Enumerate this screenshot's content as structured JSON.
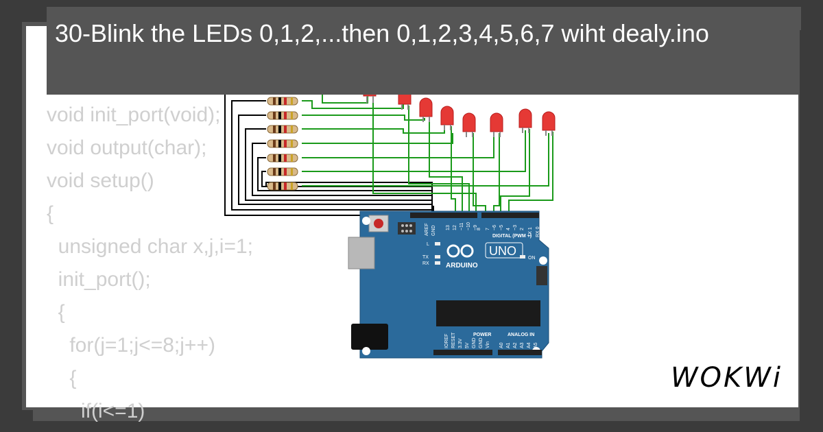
{
  "title": "30-Blink the LEDs 0,1,2,...then 0,1,2,3,4,5,6,7 wiht dealy.ino",
  "code_lines": [
    "void init_port(void);",
    "void output(char);",
    "void setup()",
    "{",
    "  unsigned char x,j,i=1;",
    "  init_port();",
    "  {",
    "    for(j=1;j<=8;j++)",
    "    {",
    "      if(i<=1)"
  ],
  "board": {
    "brand": "ARDUINO",
    "model": "UNO",
    "digital_label": "DIGITAL (PWM ~)",
    "power_label": "POWER",
    "analog_label": "ANALOG IN",
    "on_label": "ON",
    "l_label": "L",
    "tx_label": "TX",
    "rx_label": "RX",
    "pin_labels_top": [
      "AREF",
      "GND",
      "13",
      "12",
      "~11",
      "~10",
      "~9",
      "8",
      "7",
      "~6",
      "~5",
      "4",
      "~3",
      "2",
      "TX 1",
      "RX 0"
    ],
    "pin_labels_bottom": [
      "IOREF",
      "RESET",
      "3.3V",
      "5V",
      "GND",
      "GND",
      "Vin",
      "A0",
      "A1",
      "A2",
      "A3",
      "A4",
      "A5"
    ]
  },
  "logo_text": "WOKWi",
  "colors": {
    "background": "#3b3b3b",
    "card": "#555555",
    "board": "#2b6a9b",
    "led": "#e53935",
    "wire_green": "#1a9a1a",
    "wire_black": "#000000"
  }
}
